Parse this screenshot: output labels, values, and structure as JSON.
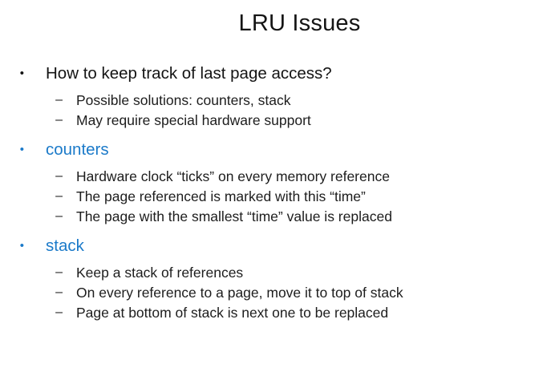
{
  "slide": {
    "title": "LRU Issues",
    "accent_color": "#1b7ac9",
    "text_color": "#141414",
    "background": "#ffffff",
    "bullet_glyph": "•",
    "dash_glyph": "–",
    "content": [
      {
        "level": 1,
        "accent": false,
        "text": "How to keep track of last page access?"
      },
      {
        "level": 2,
        "accent": false,
        "text": "Possible solutions: counters, stack"
      },
      {
        "level": 2,
        "accent": false,
        "text": "May require special hardware support"
      },
      {
        "level": 1,
        "accent": true,
        "text": "counters"
      },
      {
        "level": 2,
        "accent": false,
        "text": "Hardware clock “ticks” on every memory reference"
      },
      {
        "level": 2,
        "accent": false,
        "text": "The page referenced is marked with this “time”"
      },
      {
        "level": 2,
        "accent": false,
        "text": "The page with the smallest “time” value is replaced"
      },
      {
        "level": 1,
        "accent": true,
        "text": "stack"
      },
      {
        "level": 2,
        "accent": false,
        "text": "Keep a stack of references"
      },
      {
        "level": 2,
        "accent": false,
        "text": "On every reference to a page, move it to top of stack"
      },
      {
        "level": 2,
        "accent": false,
        "text": "Page at bottom of stack is next one to be replaced"
      }
    ]
  }
}
